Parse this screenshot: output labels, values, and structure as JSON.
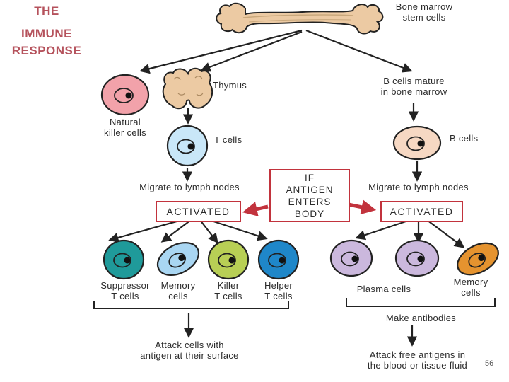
{
  "slide": {
    "title_line1": "THE",
    "title_line2": "IMMUNE",
    "title_line3": "RESPONSE",
    "title_color": "#b5525c",
    "background": "#ffffff",
    "page_number": "56"
  },
  "diagram": {
    "bone_marrow_label": "Bone marrow\nstem cells",
    "thymus_label": "Thymus",
    "t_cells_label": "T cells",
    "natural_killer_label": "Natural\nkiller cells",
    "b_mature_label": "B cells mature\nin bone marrow",
    "b_cells_label": "B cells",
    "migrate_left_label": "Migrate to lymph nodes",
    "migrate_right_label": "Migrate to lymph nodes",
    "activated_left_label": "ACTIVATED",
    "activated_right_label": "ACTIVATED",
    "antigen_box_label": "IF\nANTIGEN\nENTERS\nBODY",
    "suppressor_label": "Suppressor\nT cells",
    "memory_t_label": "Memory\ncells",
    "killer_label": "Killer\nT cells",
    "helper_label": "Helper\nT cells",
    "plasma_label": "Plasma cells",
    "memory_b_label": "Memory\ncells",
    "attack_cells_label": "Attack cells with\nantigen at their surface",
    "make_antibodies_label": "Make antibodies",
    "attack_free_label": "Attack free antigens in\nthe blood or tissue fluid",
    "accent_red": "#c2333d",
    "outline_color": "#222222",
    "text_color": "#2b2b2b"
  },
  "fills": {
    "bone": "#eccaa3",
    "thymus": "#eccaa3",
    "natural_killer": "#f2a2aa",
    "t_cell": "#c9e7f8",
    "b_cell": "#f6d8c3",
    "suppressor": "#1f9a9a",
    "memory_t": "#a9d6f2",
    "killer": "#b8cf55",
    "helper": "#1f87c9",
    "plasma": "#cbb8dd",
    "memory_b": "#e5932f"
  }
}
